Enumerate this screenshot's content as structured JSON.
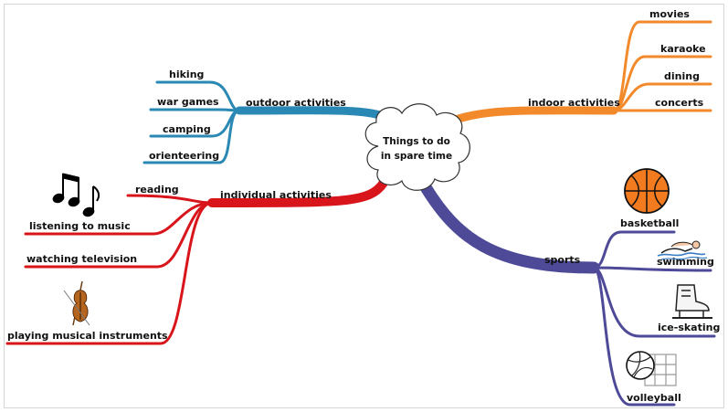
{
  "center": {
    "line1": "Things to do",
    "line2": "in spare time"
  },
  "branches": {
    "outdoor": {
      "label": "outdoor activities",
      "color": "#2a88b4",
      "items": [
        "hiking",
        "war games",
        "camping",
        "orienteering"
      ]
    },
    "indoor": {
      "label": "indoor activities",
      "color": "#f28a2c",
      "items": [
        "movies",
        "karaoke",
        "dining",
        "concerts"
      ]
    },
    "individual": {
      "label": "individual activities",
      "color": "#d8151a",
      "items": [
        "reading",
        "listening to music",
        "watching television",
        "playing musical instruments"
      ]
    },
    "sports": {
      "label": "sports",
      "color": "#4e4a98",
      "items": [
        "basketball",
        "swimming",
        "ice-skating",
        "volleyball"
      ]
    }
  },
  "icons": {
    "music": "music-notes-icon",
    "violin": "violin-icon",
    "basketball": "basketball-icon",
    "swimming": "swimmer-icon",
    "skating": "ice-skate-icon",
    "volleyball": "volleyball-icon"
  }
}
